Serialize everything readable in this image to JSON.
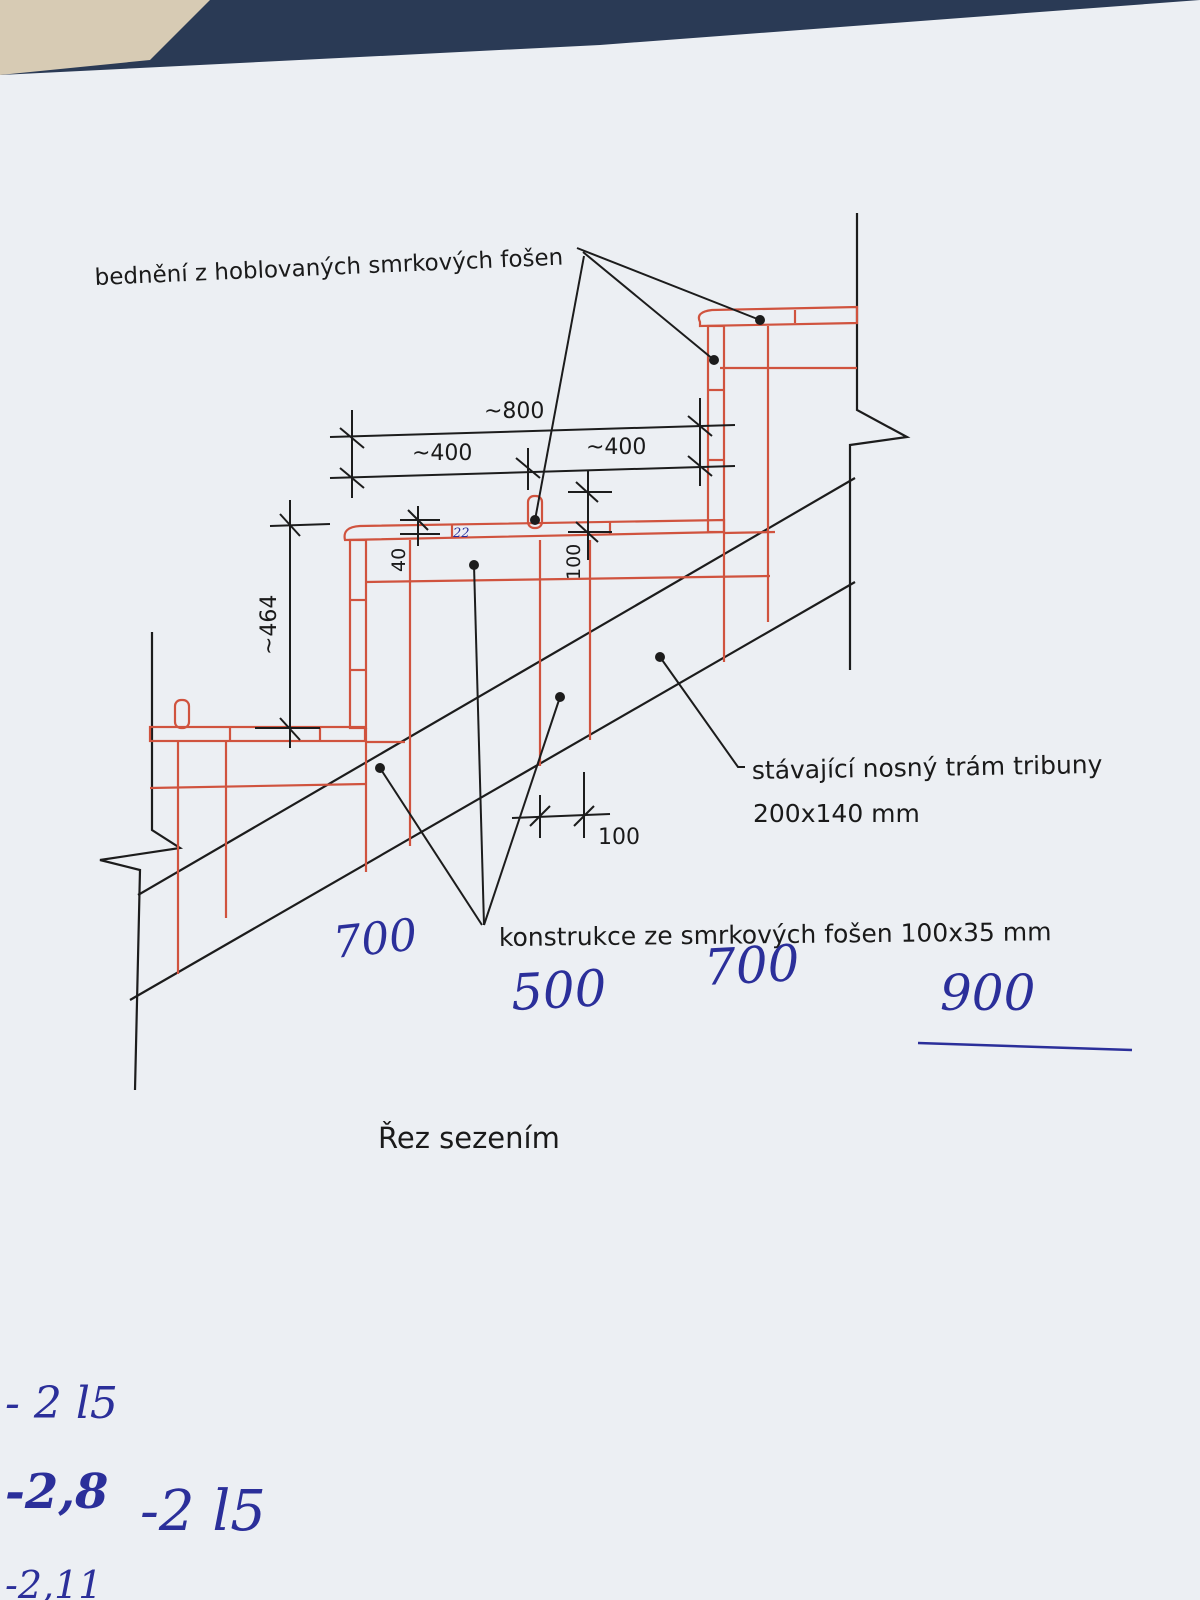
{
  "labels": {
    "formwork": "bednění z hoblovaných smrkových fošen",
    "beam_line1": "stávající nosný trám tribuny",
    "beam_line2": "200x140 mm",
    "construction": "konstrukce ze smrkových fošen 100x35 mm",
    "caption": "Řez sezením"
  },
  "dimensions": {
    "d800": "~800",
    "d400a": "~400",
    "d400b": "~400",
    "d464": "~464",
    "d40": "40",
    "d22": "22",
    "d100v": "100",
    "d100h": "100"
  },
  "handwriting": {
    "n1": "700",
    "n2": "500",
    "n3": "700",
    "n4": "900",
    "m1": "- 2 l5",
    "m2": "-2,8",
    "m3": "-2 l5",
    "m4": "-2,11"
  },
  "colors": {
    "paper": "#eceff3",
    "background": "#2a3a55",
    "drawing_line": "#1c1c1c",
    "red_outline": "#d0533e",
    "handwriting_ink": "#2b2f9a"
  }
}
